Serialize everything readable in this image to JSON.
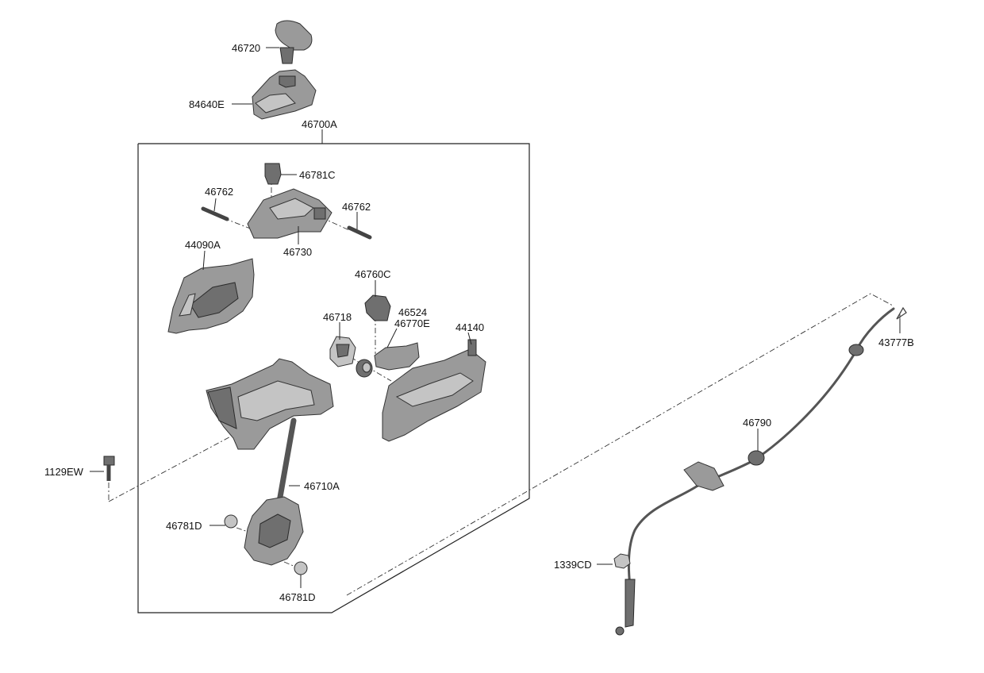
{
  "labels": {
    "knob": "46720",
    "boot": "84640E",
    "assembly": "46700A",
    "clip_top": "46781C",
    "pin_left": "46762",
    "pin_right": "46762",
    "housing_upper": "46730",
    "bracket_left": "44090A",
    "sensor": "46760C",
    "switch": "46718",
    "part_46524": "46524",
    "part_46770E": "46770E",
    "cover_right": "44140",
    "bolt": "1129EW",
    "lever": "46710A",
    "bushing_left": "46781D",
    "bushing_bottom": "46781D",
    "cable": "46790",
    "clip_cable": "43777B",
    "nut": "1339CD"
  },
  "colors": {
    "part": "#9a9a9a",
    "part_dark": "#6f6f6f",
    "part_light": "#c4c4c4",
    "line": "#222222"
  }
}
